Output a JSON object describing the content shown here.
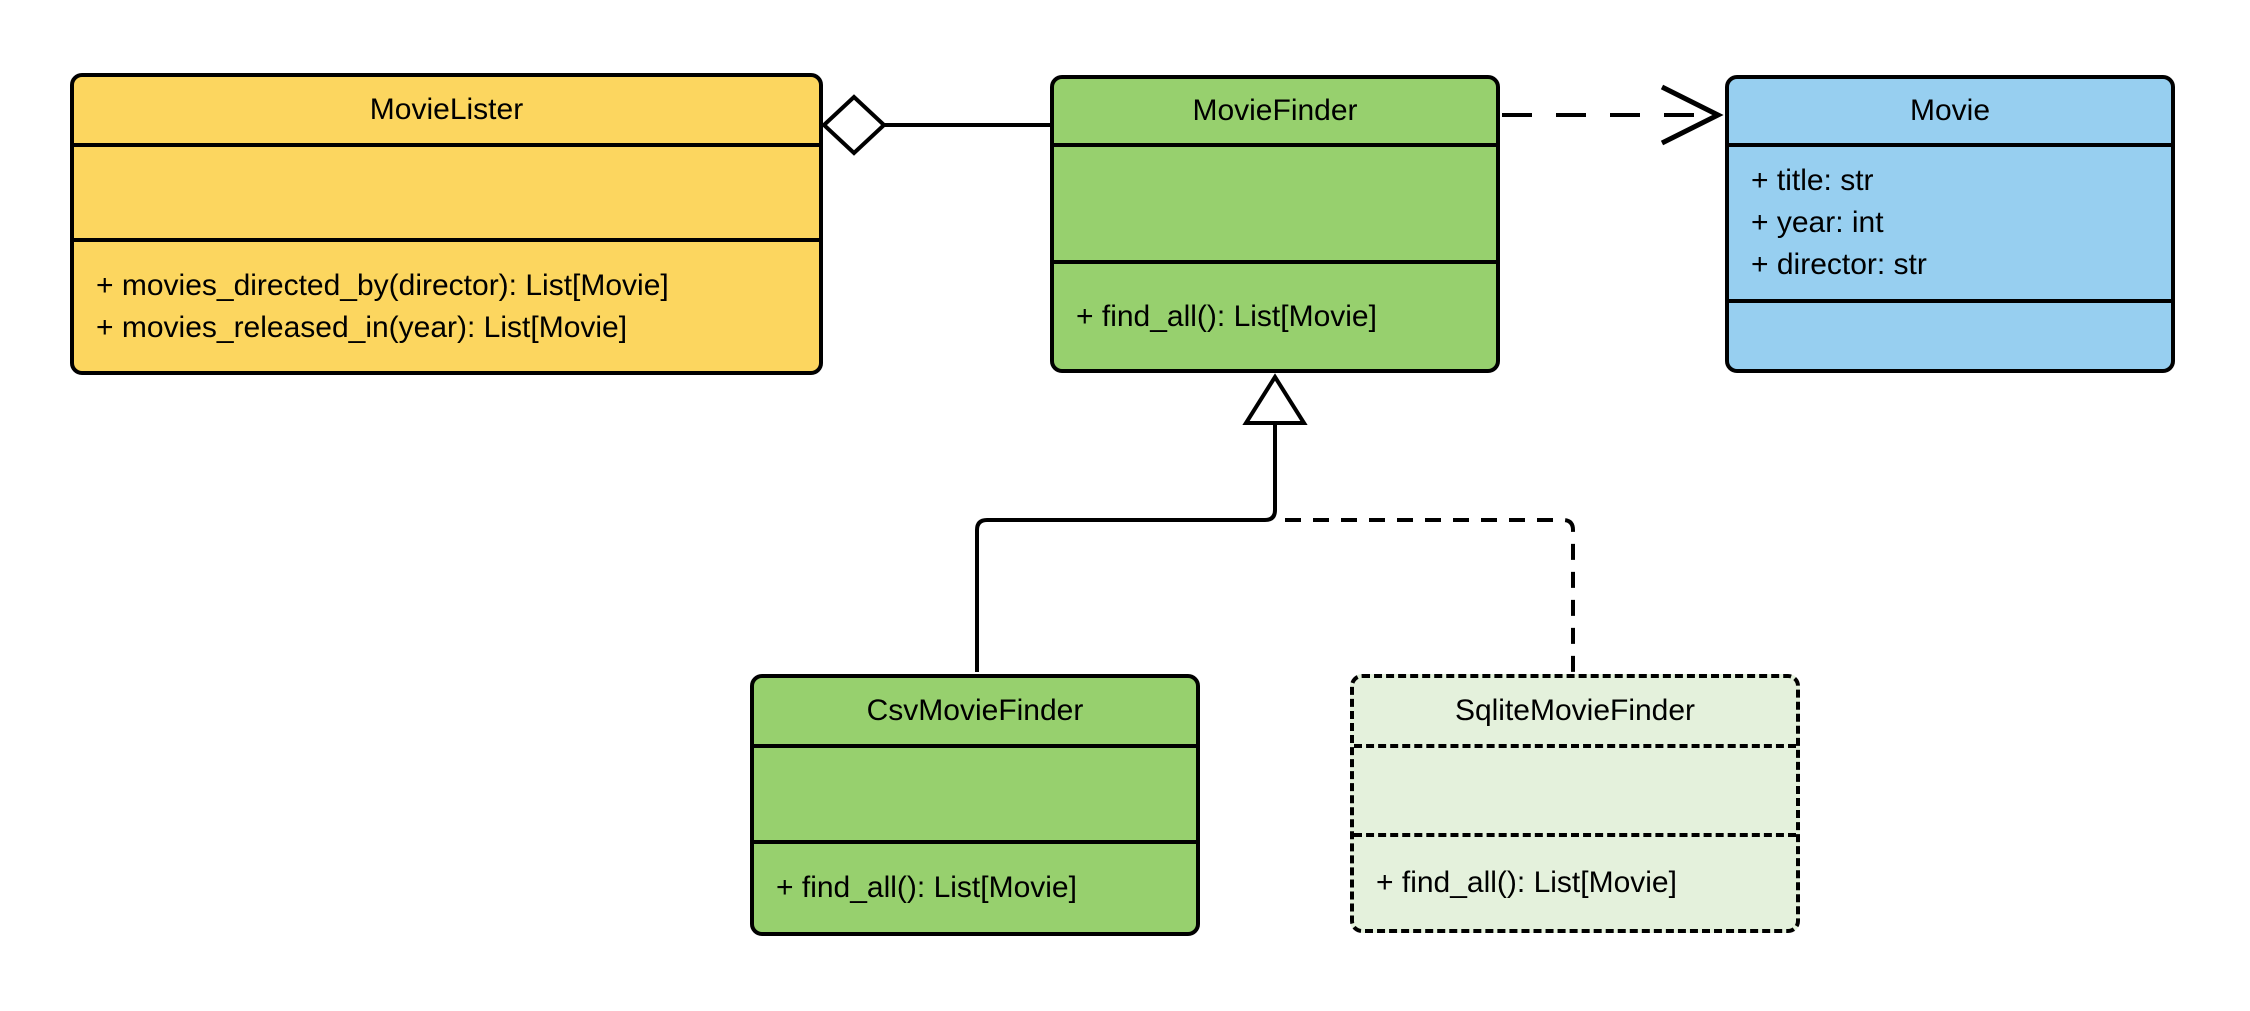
{
  "classes": {
    "movie_lister": {
      "name": "MovieLister",
      "attributes": [],
      "methods": [
        "+ movies_directed_by(director): List[Movie]",
        "+ movies_released_in(year): List[Movie]"
      ]
    },
    "movie_finder": {
      "name": "MovieFinder",
      "attributes": [],
      "methods": [
        "+ find_all(): List[Movie]"
      ]
    },
    "movie": {
      "name": "Movie",
      "attributes": [
        "+ title: str",
        "+ year: int",
        "+ director: str"
      ],
      "methods": []
    },
    "csv_movie_finder": {
      "name": "CsvMovieFinder",
      "attributes": [],
      "methods": [
        "+ find_all(): List[Movie]"
      ]
    },
    "sqlite_movie_finder": {
      "name": "SqliteMovieFinder",
      "attributes": [],
      "methods": [
        "+ find_all(): List[Movie]"
      ]
    }
  },
  "relationships": [
    {
      "type": "aggregation",
      "owner": "MovieLister",
      "part": "MovieFinder",
      "line_style": "solid"
    },
    {
      "type": "dependency",
      "from": "MovieFinder",
      "to": "Movie",
      "line_style": "dashed"
    },
    {
      "type": "generalization",
      "child": "CsvMovieFinder",
      "parent": "MovieFinder",
      "line_style": "solid"
    },
    {
      "type": "generalization",
      "child": "SqliteMovieFinder",
      "parent": "MovieFinder",
      "line_style": "dashed"
    }
  ],
  "colors": {
    "movie_lister_fill": "#fcd65f",
    "movie_finder_fill": "#97d06e",
    "csv_movie_finder_fill": "#97d06e",
    "sqlite_movie_finder_fill": "#e4f1dc",
    "movie_fill": "#97cff0",
    "stroke": "#000000",
    "background": "#ffffff"
  }
}
